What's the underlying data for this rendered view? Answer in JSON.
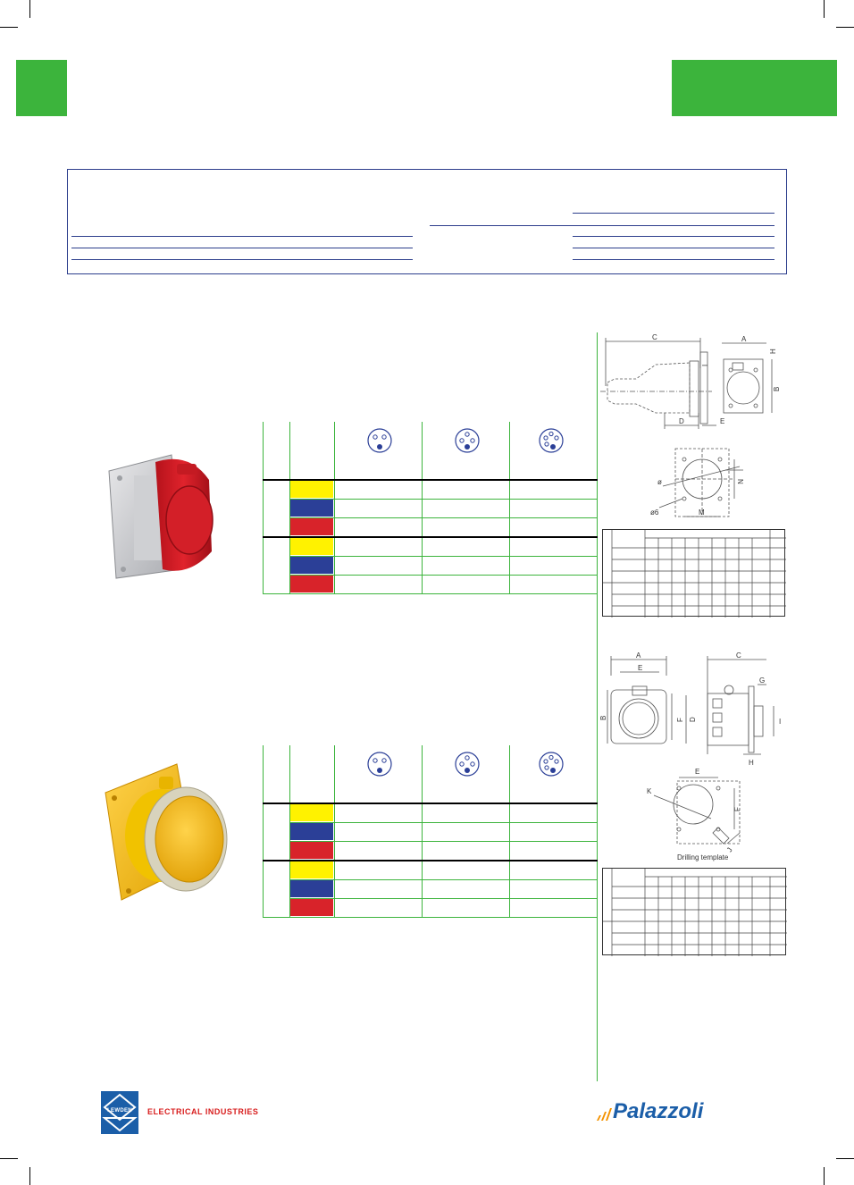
{
  "colors": {
    "green": "#3cb43c",
    "blue_rule": "#2c3e8c",
    "yellow": "#fff200",
    "blue": "#2b3f97",
    "red": "#d8232a"
  },
  "swatch_colors": [
    "yellow",
    "blue",
    "red",
    "yellow",
    "blue",
    "red"
  ],
  "pin_icons": [
    "2P+E socket icon",
    "3P+E socket icon",
    "3P+N+E socket icon"
  ],
  "drawing_top": {
    "labels": [
      "C",
      "A",
      "H",
      "I",
      "B",
      "D",
      "E",
      "ø",
      "N",
      "ø6",
      "M"
    ]
  },
  "drawing_bottom": {
    "labels": [
      "A",
      "E",
      "C",
      "G",
      "B",
      "F",
      "D",
      "I",
      "H",
      "E",
      "K",
      "F",
      "J"
    ],
    "caption": "Drilling template"
  },
  "footer": {
    "lewden_name": "LEWDEN",
    "lewden_tagline": "ELECTRICAL INDUSTRIES",
    "palazzoli_name": "Palazzoli"
  }
}
